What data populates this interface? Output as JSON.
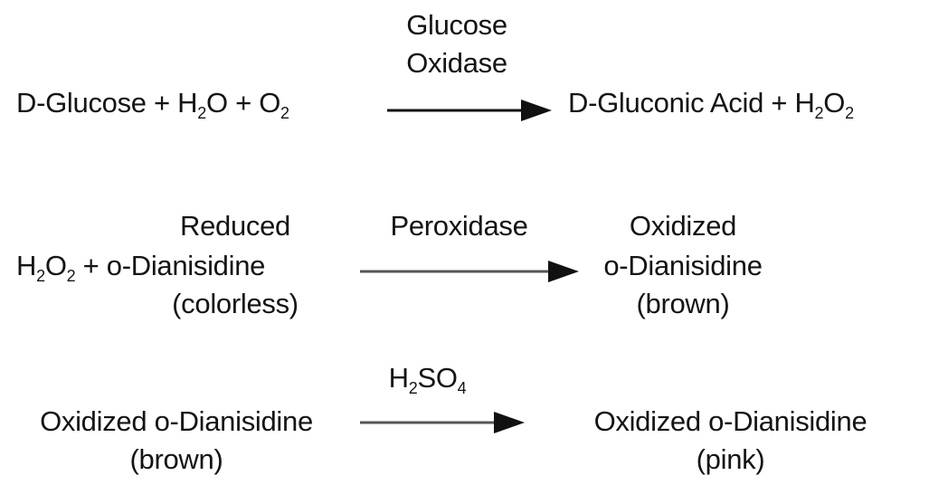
{
  "reaction1": {
    "enzyme_line1": "Glucose",
    "enzyme_line2": "Oxidase",
    "reactants_a": "D-Glucose + H",
    "reactants_sub1": "2",
    "reactants_b": "O + O",
    "reactants_sub2": "2",
    "products_a": "D-Gluconic Acid + H",
    "products_sub1": "2",
    "products_b": "O",
    "products_sub2": "2"
  },
  "reaction2": {
    "enzyme": "Peroxidase",
    "reactant_top": "Reduced",
    "reactant_a": "H",
    "reactant_sub1": "2",
    "reactant_b": "O",
    "reactant_sub2": "2",
    "reactant_c": " + o-Dianisidine",
    "reactant_bottom": "(colorless)",
    "product_line1": "Oxidized",
    "product_line2": "o-Dianisidine",
    "product_line3": "(brown)"
  },
  "reaction3": {
    "reagent_a": "H",
    "reagent_sub1": "2",
    "reagent_b": "SO",
    "reagent_sub2": "4",
    "reactant_line1": "Oxidized o-Dianisidine",
    "reactant_line2": "(brown)",
    "product_line1": "Oxidized o-Dianisidine",
    "product_line2": "(pink)"
  },
  "colors": {
    "text": "#141414",
    "arrow_dark": "#111111",
    "arrow_gray": "#555555"
  }
}
